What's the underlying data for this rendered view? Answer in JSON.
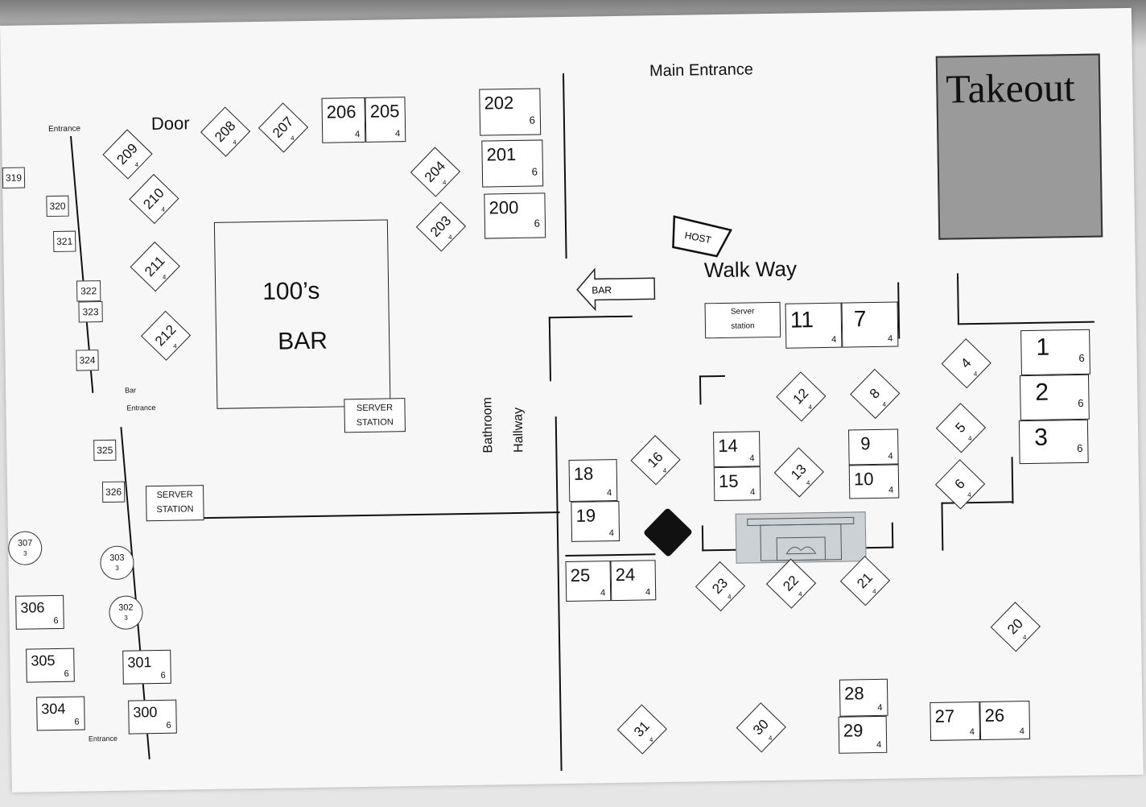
{
  "labels": {
    "main_entrance": "Main Entrance",
    "takeout": "Takeout",
    "door": "Door",
    "entrance_top": "Entrance",
    "bar_name_1": "100’s",
    "bar_name_2": "BAR",
    "walk_way": "Walk Way",
    "host": "HOST",
    "bar_arrow": "BAR",
    "bathroom": "Bathroom",
    "hallway": "Hallway",
    "bar_entrance_1": "Bar",
    "bar_entrance_2": "Entrance",
    "entrance_bottom": "Entrance",
    "server_station_main_1": "SERVER",
    "server_station_main_2": "STATION",
    "server_station_left_1": "SERVER",
    "server_station_left_2": "STATION",
    "server_station_walk_1": "Server",
    "server_station_walk_2": "station"
  },
  "tables": {
    "t206": {
      "num": "206",
      "seats": "4"
    },
    "t205": {
      "num": "205",
      "seats": "4"
    },
    "t202": {
      "num": "202",
      "seats": "6"
    },
    "t201": {
      "num": "201",
      "seats": "6"
    },
    "t200": {
      "num": "200",
      "seats": "6"
    },
    "t11": {
      "num": "11",
      "seats": "4"
    },
    "t7": {
      "num": "7",
      "seats": "4"
    },
    "t1": {
      "num": "1",
      "seats": "6"
    },
    "t2": {
      "num": "2",
      "seats": "6"
    },
    "t3": {
      "num": "3",
      "seats": "6"
    },
    "t14": {
      "num": "14",
      "seats": "4"
    },
    "t15": {
      "num": "15",
      "seats": "4"
    },
    "t9": {
      "num": "9",
      "seats": "4"
    },
    "t10": {
      "num": "10",
      "seats": "4"
    },
    "t18": {
      "num": "18",
      "seats": "4"
    },
    "t19": {
      "num": "19",
      "seats": "4"
    },
    "t25": {
      "num": "25",
      "seats": "4"
    },
    "t24": {
      "num": "24",
      "seats": "4"
    },
    "t28": {
      "num": "28",
      "seats": "4"
    },
    "t29": {
      "num": "29",
      "seats": "4"
    },
    "t27": {
      "num": "27",
      "seats": "4"
    },
    "t26": {
      "num": "26",
      "seats": "4"
    },
    "t306": {
      "num": "306",
      "seats": "6"
    },
    "t305": {
      "num": "305",
      "seats": "6"
    },
    "t304": {
      "num": "304",
      "seats": "6"
    },
    "t301": {
      "num": "301",
      "seats": "6"
    },
    "t300": {
      "num": "300",
      "seats": "6"
    }
  },
  "diamonds": {
    "d208": {
      "num": "208",
      "seats": "4"
    },
    "d207": {
      "num": "207",
      "seats": "4"
    },
    "d209": {
      "num": "209",
      "seats": "4"
    },
    "d210": {
      "num": "210",
      "seats": "4"
    },
    "d204": {
      "num": "204",
      "seats": "4"
    },
    "d203": {
      "num": "203",
      "seats": "4"
    },
    "d211": {
      "num": "211",
      "seats": "4"
    },
    "d212": {
      "num": "212",
      "seats": "4"
    },
    "d4": {
      "num": "4",
      "seats": "4"
    },
    "d5": {
      "num": "5",
      "seats": "4"
    },
    "d6": {
      "num": "6",
      "seats": "4"
    },
    "d12": {
      "num": "12",
      "seats": "4"
    },
    "d8": {
      "num": "8",
      "seats": "4"
    },
    "d13": {
      "num": "13",
      "seats": "4"
    },
    "d16": {
      "num": "16",
      "seats": "4"
    },
    "d23": {
      "num": "23",
      "seats": "4"
    },
    "d22": {
      "num": "22",
      "seats": "4"
    },
    "d21": {
      "num": "21",
      "seats": "4"
    },
    "d20": {
      "num": "20",
      "seats": "4"
    },
    "d31": {
      "num": "31",
      "seats": "4"
    },
    "d30": {
      "num": "30",
      "seats": "4"
    }
  },
  "bar_seats": {
    "s319": "319",
    "s320": "320",
    "s321": "321",
    "s322": "322",
    "s323": "323",
    "s324": "324",
    "s325": "325",
    "s326": "326"
  },
  "round_tables": {
    "c307": {
      "num": "307",
      "seats": "3"
    },
    "c303": {
      "num": "303",
      "seats": "3"
    },
    "c302": {
      "num": "302",
      "seats": "3"
    }
  }
}
